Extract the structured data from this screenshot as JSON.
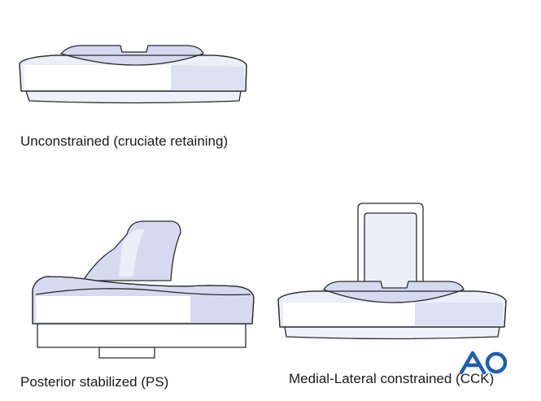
{
  "captions": {
    "unconstrained": "Unconstrained (cruciate retaining)",
    "posterior_stabilized": "Posterior stabilized (PS)",
    "medial_lateral": "Medial-Lateral constrained (CCK)"
  },
  "logo": {
    "text": "AO",
    "color": "#1f5fb3"
  },
  "colors": {
    "outline": "#2b2b2b",
    "fill_light": "#eceef8",
    "fill_mid": "#d6daf0",
    "highlight": "#ffffff"
  }
}
